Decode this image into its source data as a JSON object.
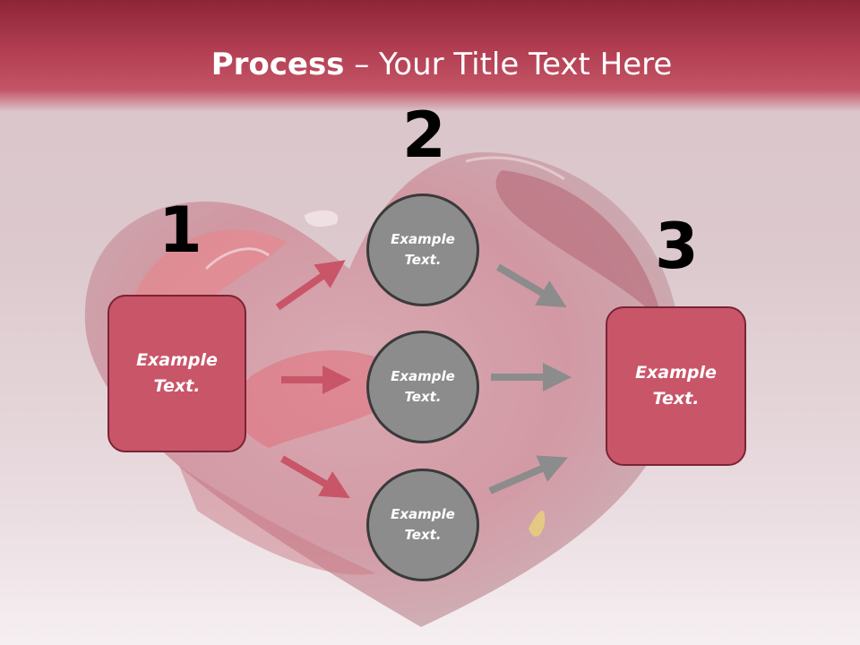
{
  "title": {
    "bold": "Process",
    "rest": " – Your Title Text Here"
  },
  "step_numbers": [
    "1",
    "2",
    "3"
  ],
  "left_box": {
    "text": "Example\nText."
  },
  "circles": [
    {
      "text": "Example\nText."
    },
    {
      "text": "Example\nText."
    },
    {
      "text": "Example\nText."
    }
  ],
  "right_box": {
    "text": "Example\nText."
  },
  "colors": {
    "accent": "#c95568",
    "header": "#b23e52",
    "circle": "#8c8c8c",
    "arrow_red": "#c95568",
    "arrow_gray": "#8c8c8c"
  }
}
